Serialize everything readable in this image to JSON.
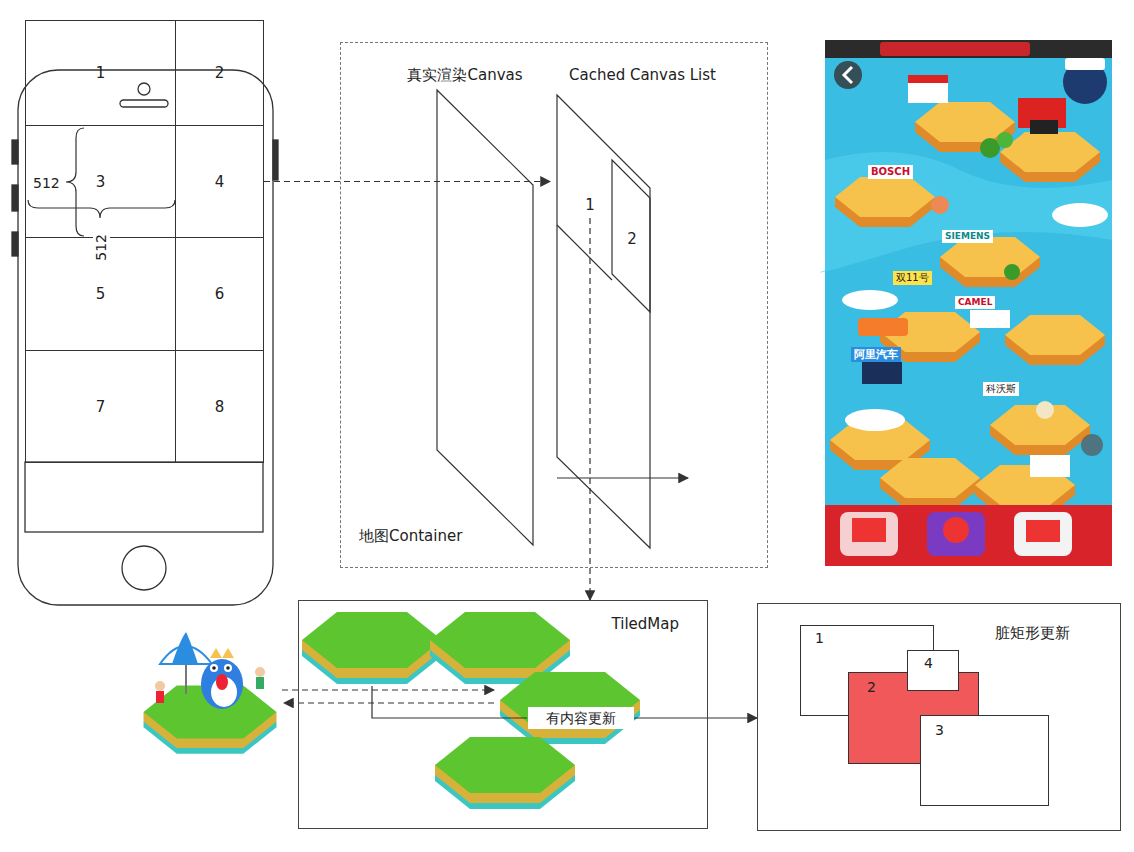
{
  "diagram": {
    "nodes": [
      {
        "text": [
          "1"
        ]
      },
      {
        "text": [
          "2"
        ]
      },
      {
        "text": [
          "3"
        ]
      },
      {
        "text": [
          "4"
        ]
      },
      {
        "text": [
          "5"
        ]
      },
      {
        "text": [
          "6"
        ]
      },
      {
        "text": [
          "7"
        ]
      },
      {
        "text": [
          "8"
        ]
      },
      {
        "text": [
          "地图Container"
        ]
      },
      {
        "text": [
          "真实渲染Canvas"
        ],
        "in": 8
      },
      {
        "text": [
          "Cached Canvas List"
        ],
        "in": 8
      },
      {
        "text": [
          "1"
        ],
        "in": 10
      },
      {
        "text": [
          "2"
        ],
        "in": 10
      },
      {
        "text": [
          "TiledMap"
        ]
      },
      {
        "text": [
          "有内容更新"
        ],
        "in": 13
      },
      {
        "text": [
          "脏矩形更新"
        ]
      },
      {
        "text": [
          "1"
        ],
        "in": 15
      },
      {
        "text": [
          "2"
        ],
        "in": 15
      },
      {
        "text": [
          "3"
        ],
        "in": 15
      },
      {
        "text": [
          "4"
        ],
        "in": 15
      }
    ],
    "edges": [
      {
        "from": 3,
        "to": 10,
        "arrow": "to"
      },
      {
        "from": 11,
        "to": 13,
        "arrow": "to"
      },
      {
        "from": 14,
        "to": 15,
        "arrow": "to"
      }
    ],
    "labels": [
      "512",
      "512",
      "BOSCH",
      "SIEMENS",
      "双11号",
      "CAMEL",
      "阿里汽车",
      "科沃斯"
    ]
  }
}
